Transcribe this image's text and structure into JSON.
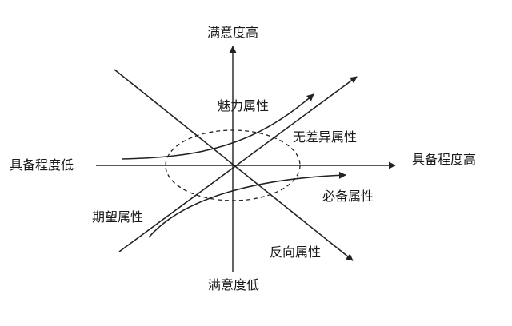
{
  "axes": {
    "y_top": "满意度高",
    "y_bottom": "满意度低",
    "x_left": "具备程度低",
    "x_right": "具备程度高"
  },
  "curves": {
    "attractive": "魅力属性",
    "indifferent": "无差异属性",
    "must_be": "必备属性",
    "one_dimensional": "期望属性",
    "reverse": "反向属性"
  },
  "colors": {
    "line": "#222222",
    "background": "#ffffff"
  }
}
